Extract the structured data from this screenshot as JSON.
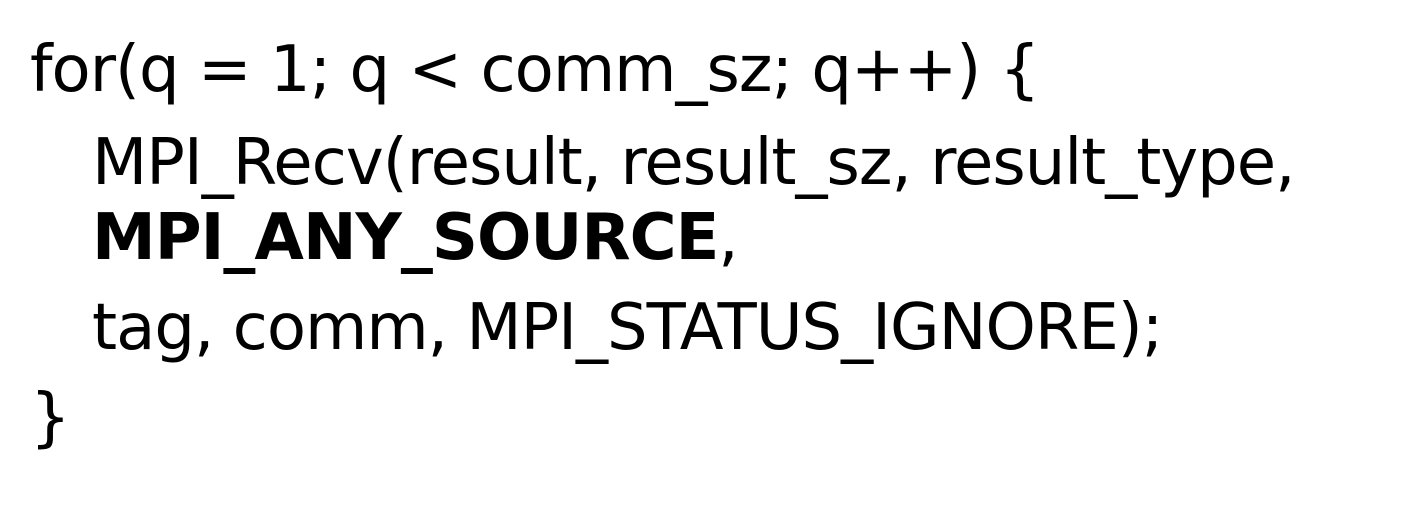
{
  "code": {
    "line1": "for(q = 1; q < comm_sz; q++) {",
    "line2": "MPI_Recv(result, result_sz, result_type,",
    "line3_bold": "MPI_ANY_SOURCE",
    "line3_rest": ",",
    "line4": "tag, comm, MPI_STATUS_IGNORE);",
    "line5": "}"
  },
  "colors": {
    "text": "#000000",
    "background": "#ffffff"
  }
}
